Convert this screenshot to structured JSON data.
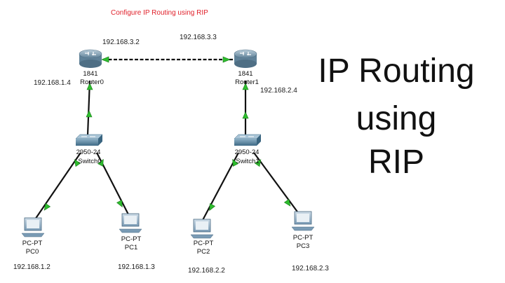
{
  "title": "Configure IP Routing using RIP",
  "heading": {
    "line1": "IP Routing",
    "line2": "using",
    "line3": "RIP"
  },
  "routers": [
    {
      "model": "1841",
      "name": "Router0"
    },
    {
      "model": "1841",
      "name": "Router1"
    }
  ],
  "switches": [
    {
      "model": "2950-24",
      "name": "Switch0"
    },
    {
      "model": "2950-24",
      "name": "Switch1"
    }
  ],
  "pcs": [
    {
      "model": "PC-PT",
      "name": "PC0",
      "ip": "192.168.1.2"
    },
    {
      "model": "PC-PT",
      "name": "PC1",
      "ip": "192.168.1.3"
    },
    {
      "model": "PC-PT",
      "name": "PC2",
      "ip": "192.168.2.2"
    },
    {
      "model": "PC-PT",
      "name": "PC3",
      "ip": "192.168.2.3"
    }
  ],
  "router_ips": {
    "r0_serial": "192.168.3.2",
    "r1_serial": "192.168.3.3",
    "r0_lan": "192.168.1.4",
    "r1_lan": "192.168.2.4"
  },
  "colors": {
    "link": "#111111",
    "link_indicator": "#2ebd2e",
    "title": "#e0202a",
    "router_body": "#6d8fa6",
    "switch_body": "#4f7d9a",
    "pc_body": "#7a9bb5"
  }
}
